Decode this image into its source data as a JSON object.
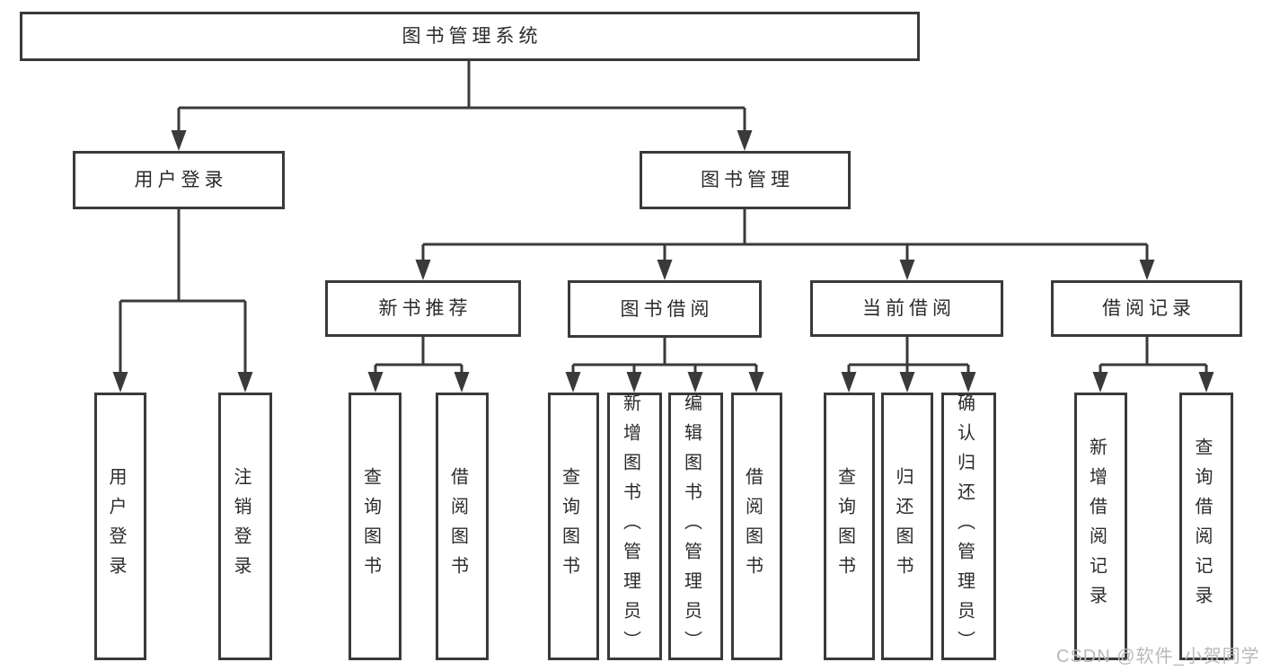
{
  "root": {
    "label": "图书管理系统"
  },
  "level2": [
    {
      "label": "用户登录"
    },
    {
      "label": "图书管理"
    }
  ],
  "level3": [
    {
      "label": "新书推荐"
    },
    {
      "label": "图书借阅"
    },
    {
      "label": "当前借阅"
    },
    {
      "label": "借阅记录"
    }
  ],
  "groups": [
    {
      "parent": "用户登录",
      "children": [
        "用户登录",
        "注销登录"
      ]
    },
    {
      "parent": "新书推荐",
      "children": [
        "查询图书",
        "借阅图书"
      ]
    },
    {
      "parent": "图书借阅",
      "children": [
        "查询图书",
        "新增图书（管理员）",
        "编辑图书（管理员）",
        "借阅图书"
      ]
    },
    {
      "parent": "当前借阅",
      "children": [
        "查询图书",
        "归还图书",
        "确认归还（管理员）"
      ]
    },
    {
      "parent": "借阅记录",
      "children": [
        "新增借阅记录",
        "查询借阅记录"
      ]
    }
  ],
  "watermark": {
    "text": "CSDN @软件_小贺同学"
  },
  "colors": {
    "line": "#3a3a3a",
    "box_border": "#3a3a3a",
    "box_background": "#ffffff",
    "text": "#2b2b2b",
    "watermark": "#b9b9b9"
  }
}
